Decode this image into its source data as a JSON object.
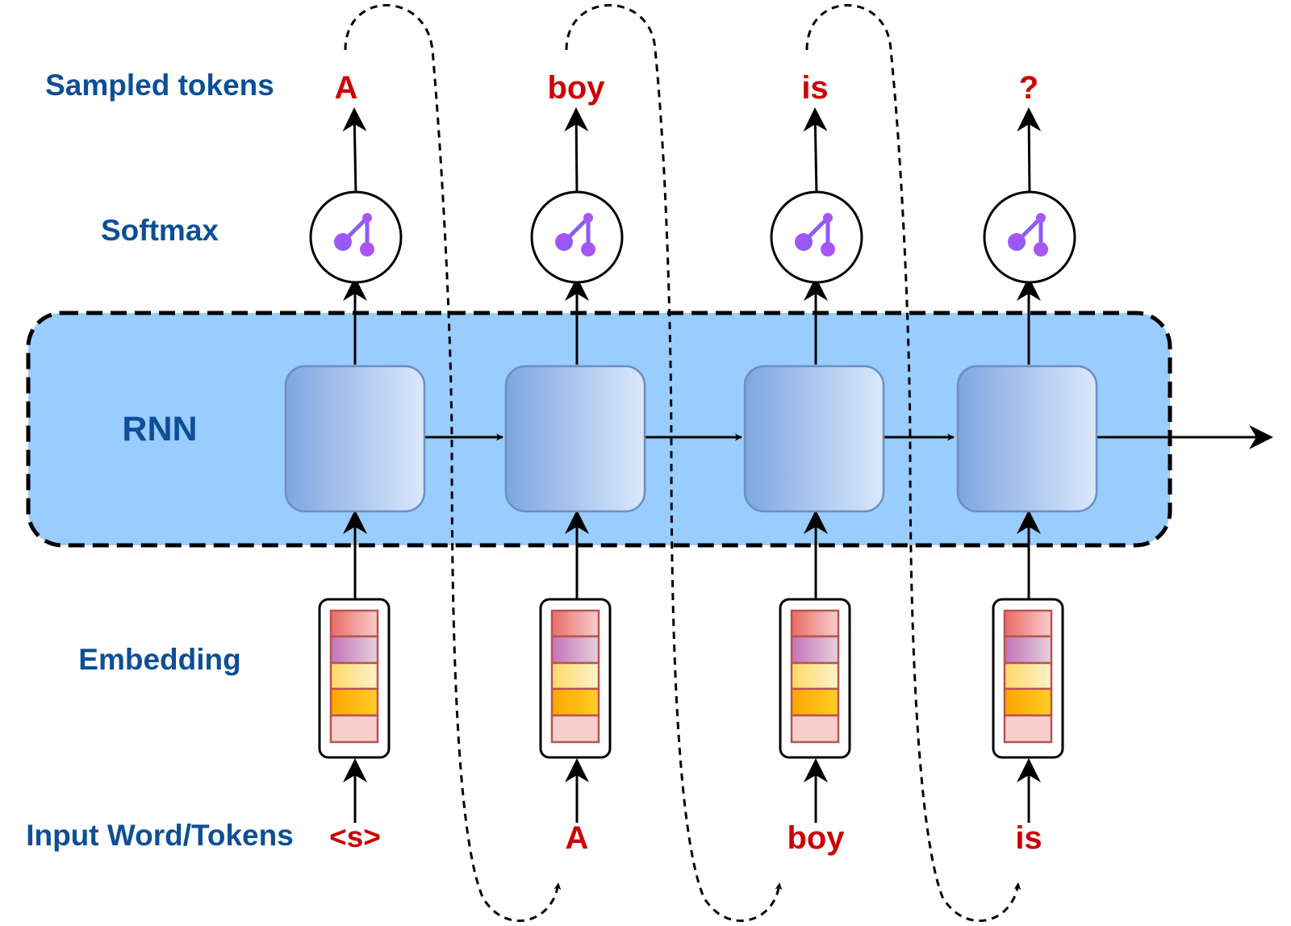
{
  "row_labels": {
    "sampled": "Sampled tokens",
    "softmax": "Softmax",
    "rnn": "RNN",
    "embedding": "Embedding",
    "input": "Input Word/Tokens"
  },
  "steps": [
    {
      "input": "<s>",
      "output": "A"
    },
    {
      "input": "A",
      "output": "boy"
    },
    {
      "input": "boy",
      "output": "is"
    },
    {
      "input": "is",
      "output": "?"
    }
  ],
  "colors": {
    "label": "#0d4f96",
    "token": "#cc0000",
    "rnn_band": "#99ccff",
    "cell_border": "#6c8ebf",
    "cell_grad_start": "#7ea6e0",
    "cell_grad_end": "#dae8fc",
    "softmax_icon": "#9b5de5",
    "embedding_segments": [
      "#f08080",
      "#c98cc0",
      "#ffe58a",
      "#ffb300",
      "#f8cecc"
    ]
  },
  "icons": {
    "softmax": "tree-node-icon",
    "arrow": "arrow-head-icon"
  }
}
